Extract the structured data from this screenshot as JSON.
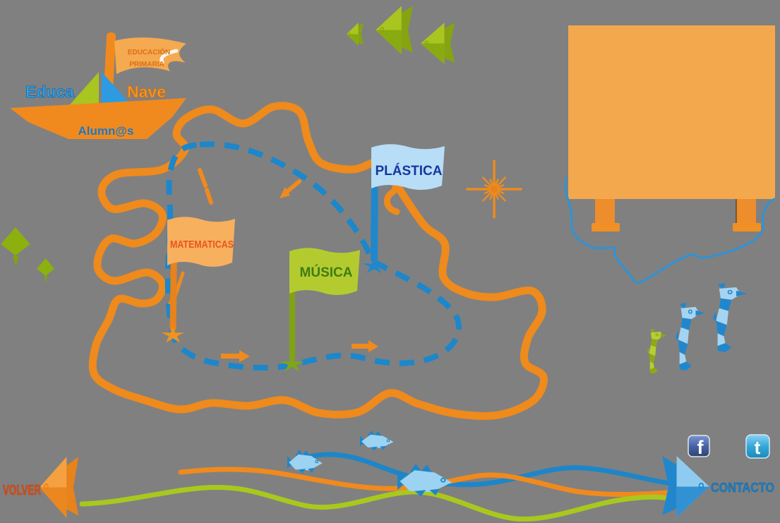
{
  "logo": {
    "flag": {
      "line1": "EDUCACIÓN",
      "line2": "PRIMARIA"
    },
    "educa": "Educa",
    "nave": "Nave",
    "alumnos": "Alumn@s"
  },
  "map": {
    "flags": [
      {
        "id": "matematicas",
        "label": "MATEMATICAS",
        "color": "#F7B05E",
        "text_color": "#E8551C",
        "pole_color": "#E8821A"
      },
      {
        "id": "musica",
        "label": "MÚSICA",
        "color": "#B4CB2F",
        "text_color": "#3F7C14",
        "pole_color": "#7FA312"
      },
      {
        "id": "plastica",
        "label": "PLÁSTICA",
        "color": "#B8DDF6",
        "text_color": "#16379E",
        "pole_color": "#2187CC"
      }
    ]
  },
  "nav": {
    "volver": "VOLVER",
    "contacto": "CONTACTO"
  },
  "social": {
    "facebook_glyph": "f",
    "twitter_glyph": "t"
  },
  "palette": {
    "island_orange": "#EF8A1C",
    "path_blue": "#1C87CB",
    "wave_green": "#A9C81E",
    "wave_blue": "#1E86C8",
    "billboard_orange": "#F4A84E",
    "background_gray": "#808080"
  }
}
